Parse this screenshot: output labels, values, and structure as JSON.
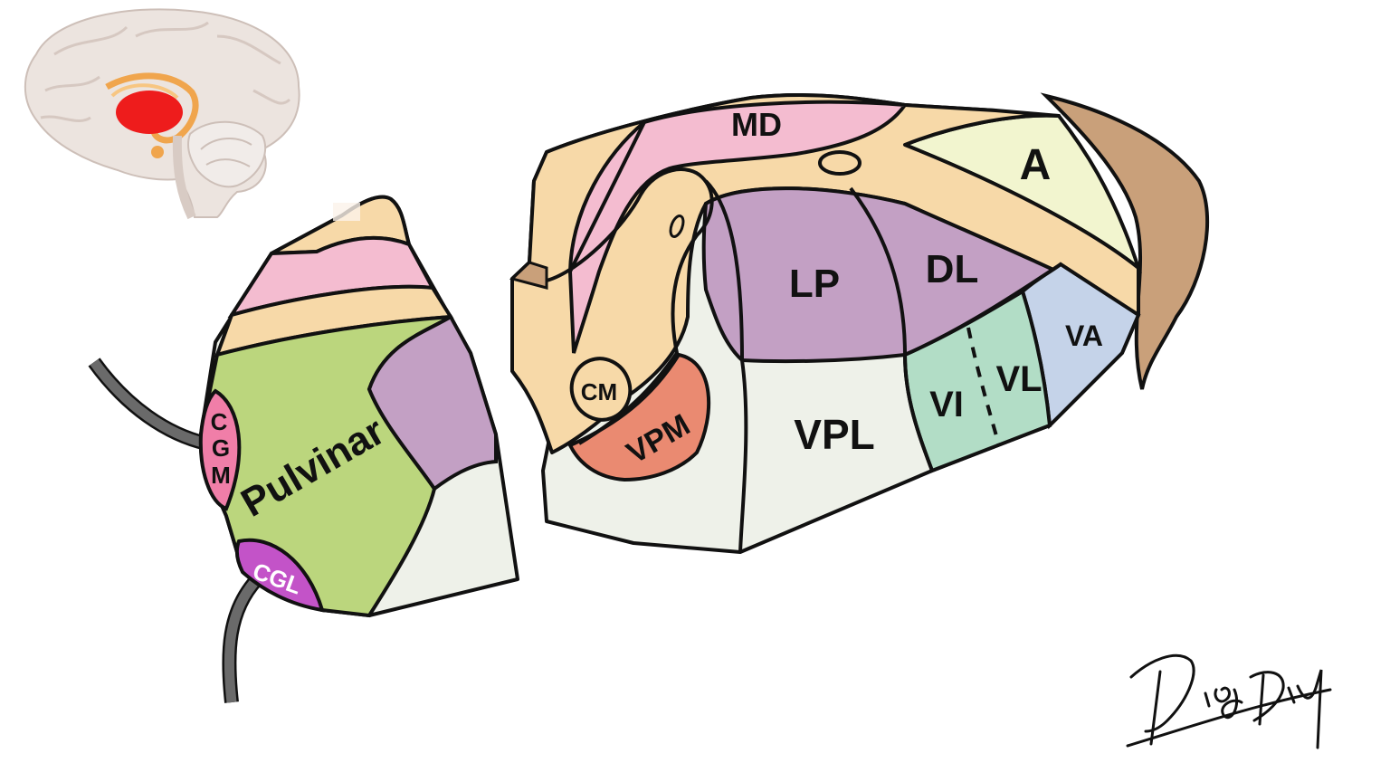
{
  "colors": {
    "md": "#f4bcd0",
    "tract": "#f7d9a8",
    "anterior": "#f2f5cf",
    "lateral": "#c3a0c4",
    "vpl": "#eef1e9",
    "vl": "#b2ddc6",
    "va": "#c5d3e9",
    "vpm": "#ea8a71",
    "pulvinar": "#bbd67d",
    "cgm": "#f07ea8",
    "cgl": "#c353c8",
    "caudate": "#c9a07a",
    "nerve": "#6a6a6a",
    "outline": "#111111",
    "thumbnail_thalamus": "#ee1c1c"
  },
  "labels": {
    "md": "MD",
    "a": "A",
    "lp": "LP",
    "dl": "DL",
    "va": "VA",
    "vl": "VL",
    "vi": "VI",
    "vpl": "VPL",
    "vpm": "VPM",
    "cm": "CM",
    "pulvinar": "Pulvinar",
    "cgm": "C\nG\nM",
    "cgl": "CGL",
    "cgm_c": "C",
    "cgm_g": "G",
    "cgm_m": "M"
  },
  "signature": "Diego Diaz",
  "icons": {
    "thumbnail": "brain-sagittal-icon",
    "signature": "signature-icon"
  }
}
